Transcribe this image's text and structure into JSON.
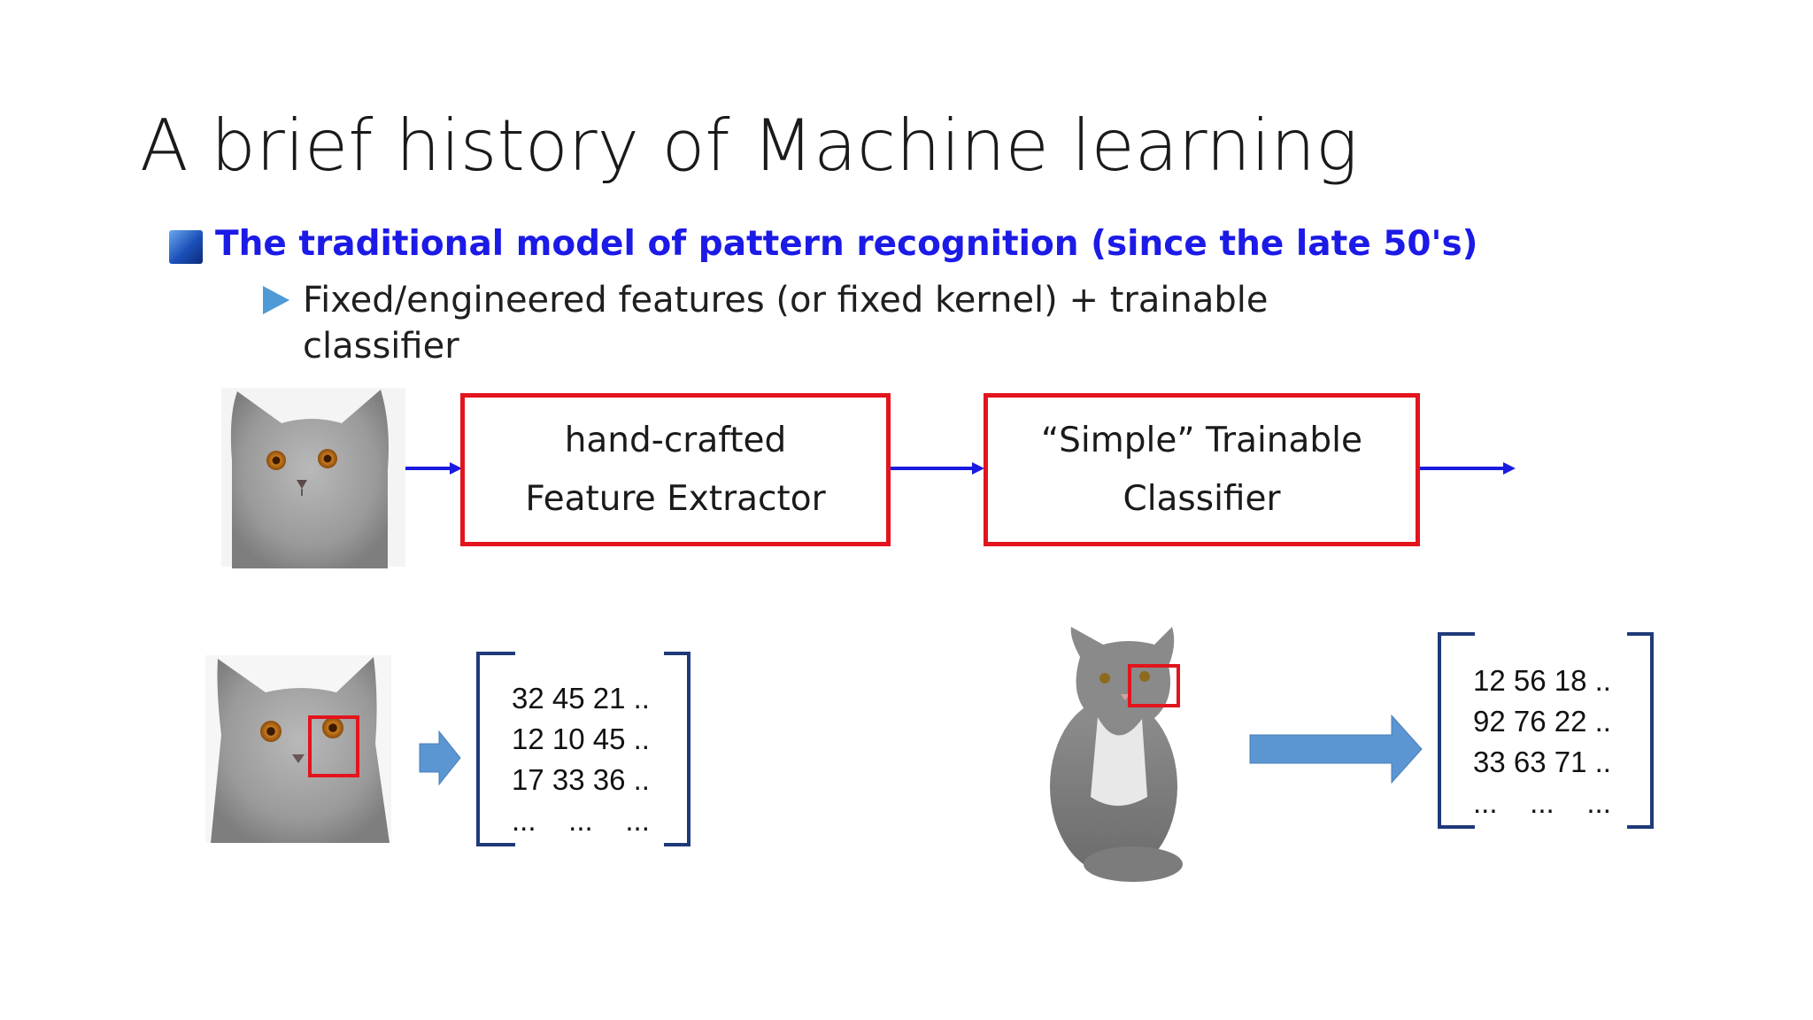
{
  "slide": {
    "title": "A brief history of Machine learning",
    "bullet_main": "The traditional model of pattern recognition (since the late 50's)",
    "bullet_sub": "Fixed/engineered features (or fixed kernel) + trainable classifier"
  },
  "pipeline": {
    "feature_box": {
      "line1": "hand-crafted",
      "line2": "Feature Extractor"
    },
    "classifier_box": {
      "line1": "“Simple” Trainable",
      "line2": "Classifier"
    }
  },
  "example_left": {
    "rows": [
      "32 45 21 ..",
      "12 10 45 ..",
      "17 33 36 ..",
      "...    ...    ..."
    ]
  },
  "example_right": {
    "rows": [
      "12 56 18 ..",
      "92 76 22 ..",
      "33 63 71 ..",
      "...    ...    ..."
    ]
  },
  "colors": {
    "bullet_main": "#1c1ae6",
    "box_border": "#e3141d",
    "pipeline_arrow": "#1a1ae0",
    "block_arrow": "#5b95d2",
    "bracket": "#1f3a7a"
  }
}
